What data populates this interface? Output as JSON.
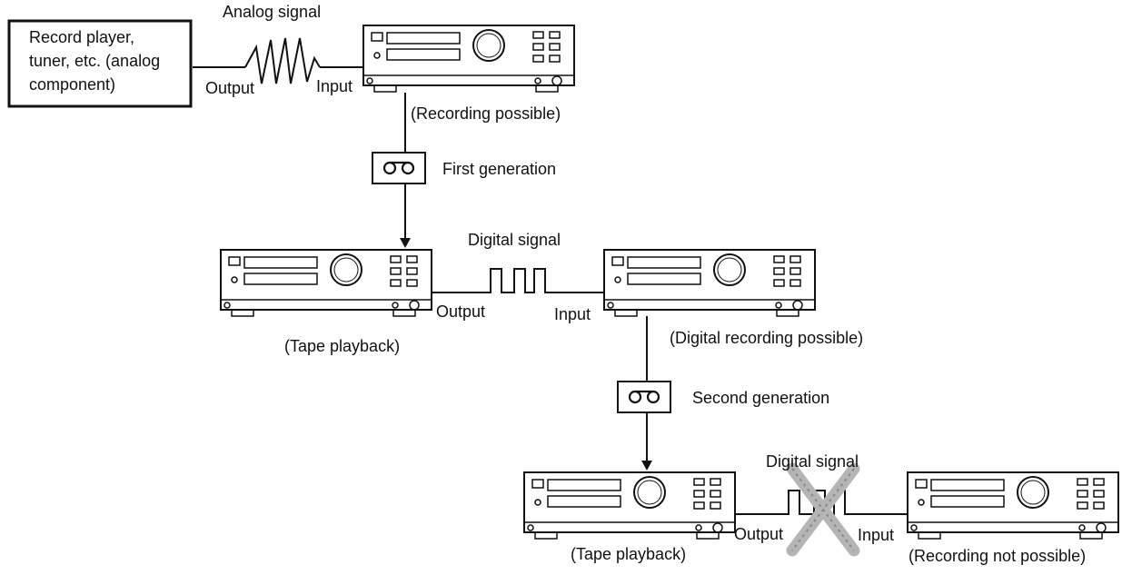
{
  "source_box": {
    "lines": [
      "Record player,",
      "tuner, etc. (analog",
      "component)"
    ]
  },
  "labels": {
    "analog_signal": "Analog signal",
    "output_1": "Output",
    "input_1": "Input",
    "recording_possible": "(Recording possible)",
    "first_generation": "First generation",
    "digital_signal_1": "Digital signal",
    "tape_playback_1": "(Tape playback)",
    "output_2": "Output",
    "input_2": "Input",
    "digital_recording_possible": "(Digital recording possible)",
    "second_generation": "Second generation",
    "digital_signal_2": "Digital signal",
    "tape_playback_2": "(Tape playback)",
    "output_3": "Output",
    "input_3": "Input",
    "recording_not_possible": "(Recording not possible)"
  },
  "icons": {
    "deck": "tape-deck-icon",
    "cassette": "cassette-icon",
    "prohibited": "cross-mark-icon"
  }
}
